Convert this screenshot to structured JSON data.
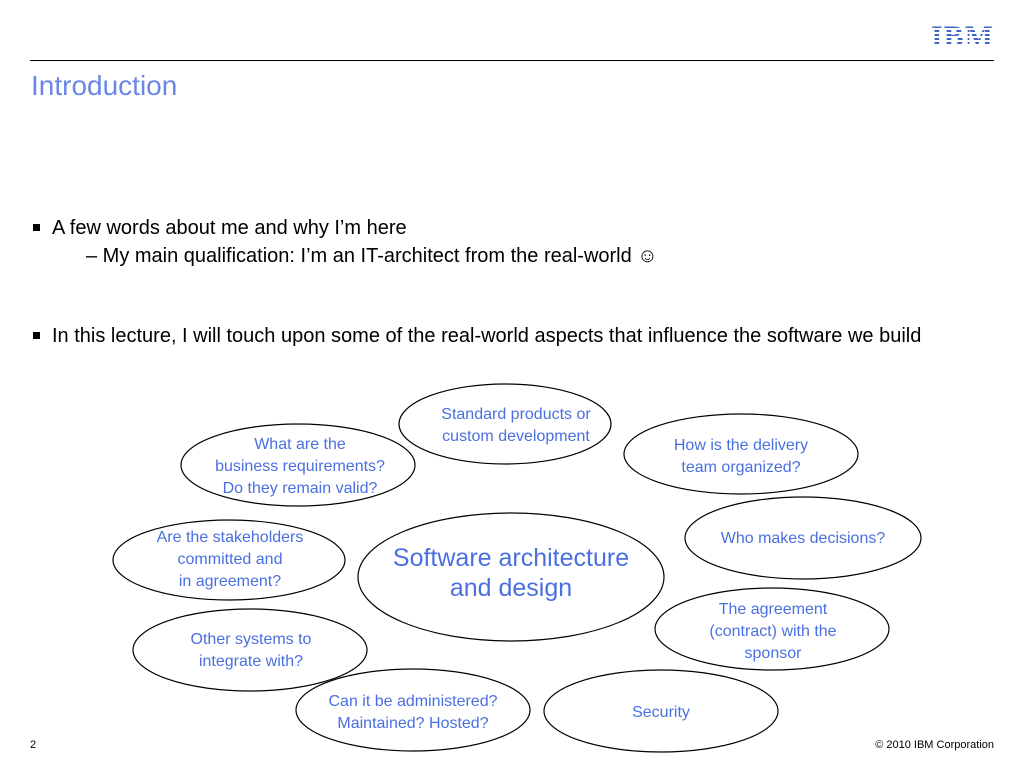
{
  "header": {
    "logo_text": "IBM",
    "title": "Introduction"
  },
  "bullets": [
    {
      "text": "A few words about me and why I’m here",
      "sub": "– My main qualification: I’m an IT-architect from the real-world ☺"
    },
    {
      "text": "In this lecture, I will touch upon some of the real-world aspects that influence the software we build"
    }
  ],
  "diagram": {
    "center": [
      "Software architecture",
      "and design"
    ],
    "bubbles": [
      [
        "Standard products or",
        "custom development"
      ],
      [
        "What are the",
        "business requirements?",
        "Do they remain valid?"
      ],
      [
        "How is the delivery",
        "team organized?"
      ],
      [
        "Are the stakeholders",
        "committed and",
        "in agreement?"
      ],
      [
        "Who makes decisions?"
      ],
      [
        "The agreement",
        "(contract) with the",
        "sponsor"
      ],
      [
        "Other systems to",
        "integrate with?"
      ],
      [
        "Can it be administered?",
        "Maintained? Hosted?"
      ],
      [
        "Security"
      ]
    ]
  },
  "footer": {
    "page_number": "2",
    "copyright": "© 2010 IBM Corporation"
  },
  "colors": {
    "accent": "#6a86e6",
    "bubble_text": "#4a6fe0",
    "logo": "#3d64c6"
  }
}
